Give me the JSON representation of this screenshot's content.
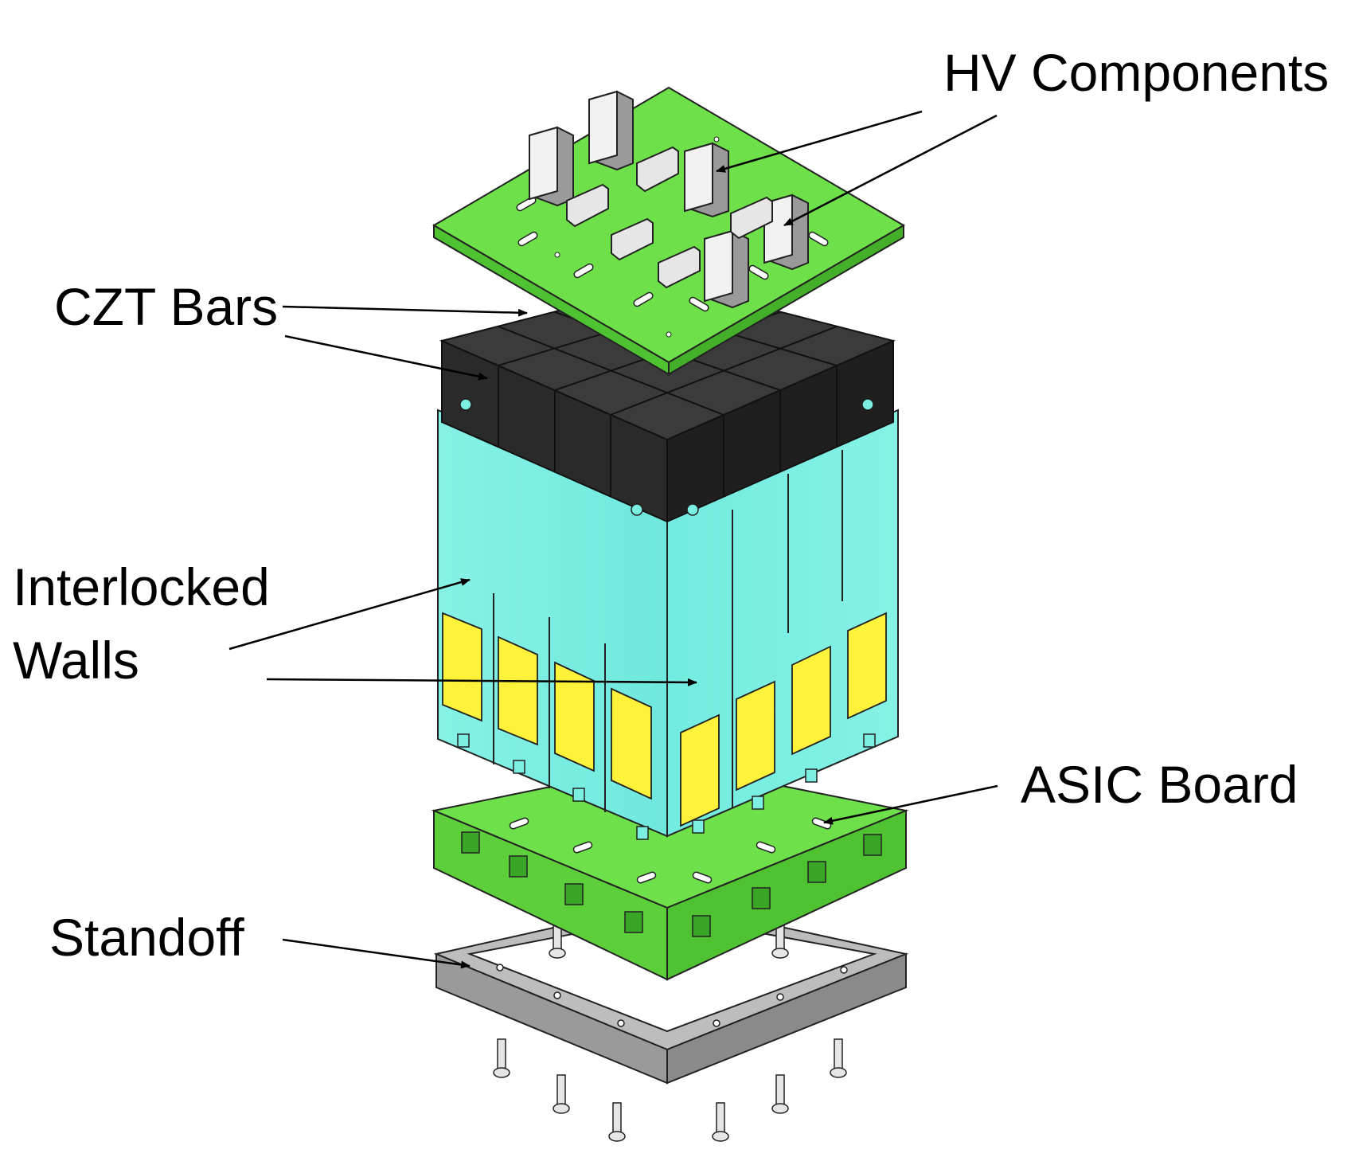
{
  "labels": {
    "hv": "HV Components",
    "czt": "CZT Bars",
    "walls_line1": "Interlocked",
    "walls_line2": "Walls",
    "asic": "ASIC Board",
    "standoff": "Standoff"
  },
  "colors": {
    "pcb_green": "#66dd44",
    "pcb_green_dark": "#3fb52a",
    "czt_top": "#3a3a3a",
    "czt_side": "#262626",
    "wall_cyan": "#7aefe2",
    "wall_cyan_dark": "#58d8d0",
    "pad_yellow": "#fff23a",
    "standoff_gray": "#a6a6a6",
    "standoff_dark": "#7a7a7a",
    "hv_white": "#f2f2f2",
    "hv_gray": "#9a9a9a"
  }
}
